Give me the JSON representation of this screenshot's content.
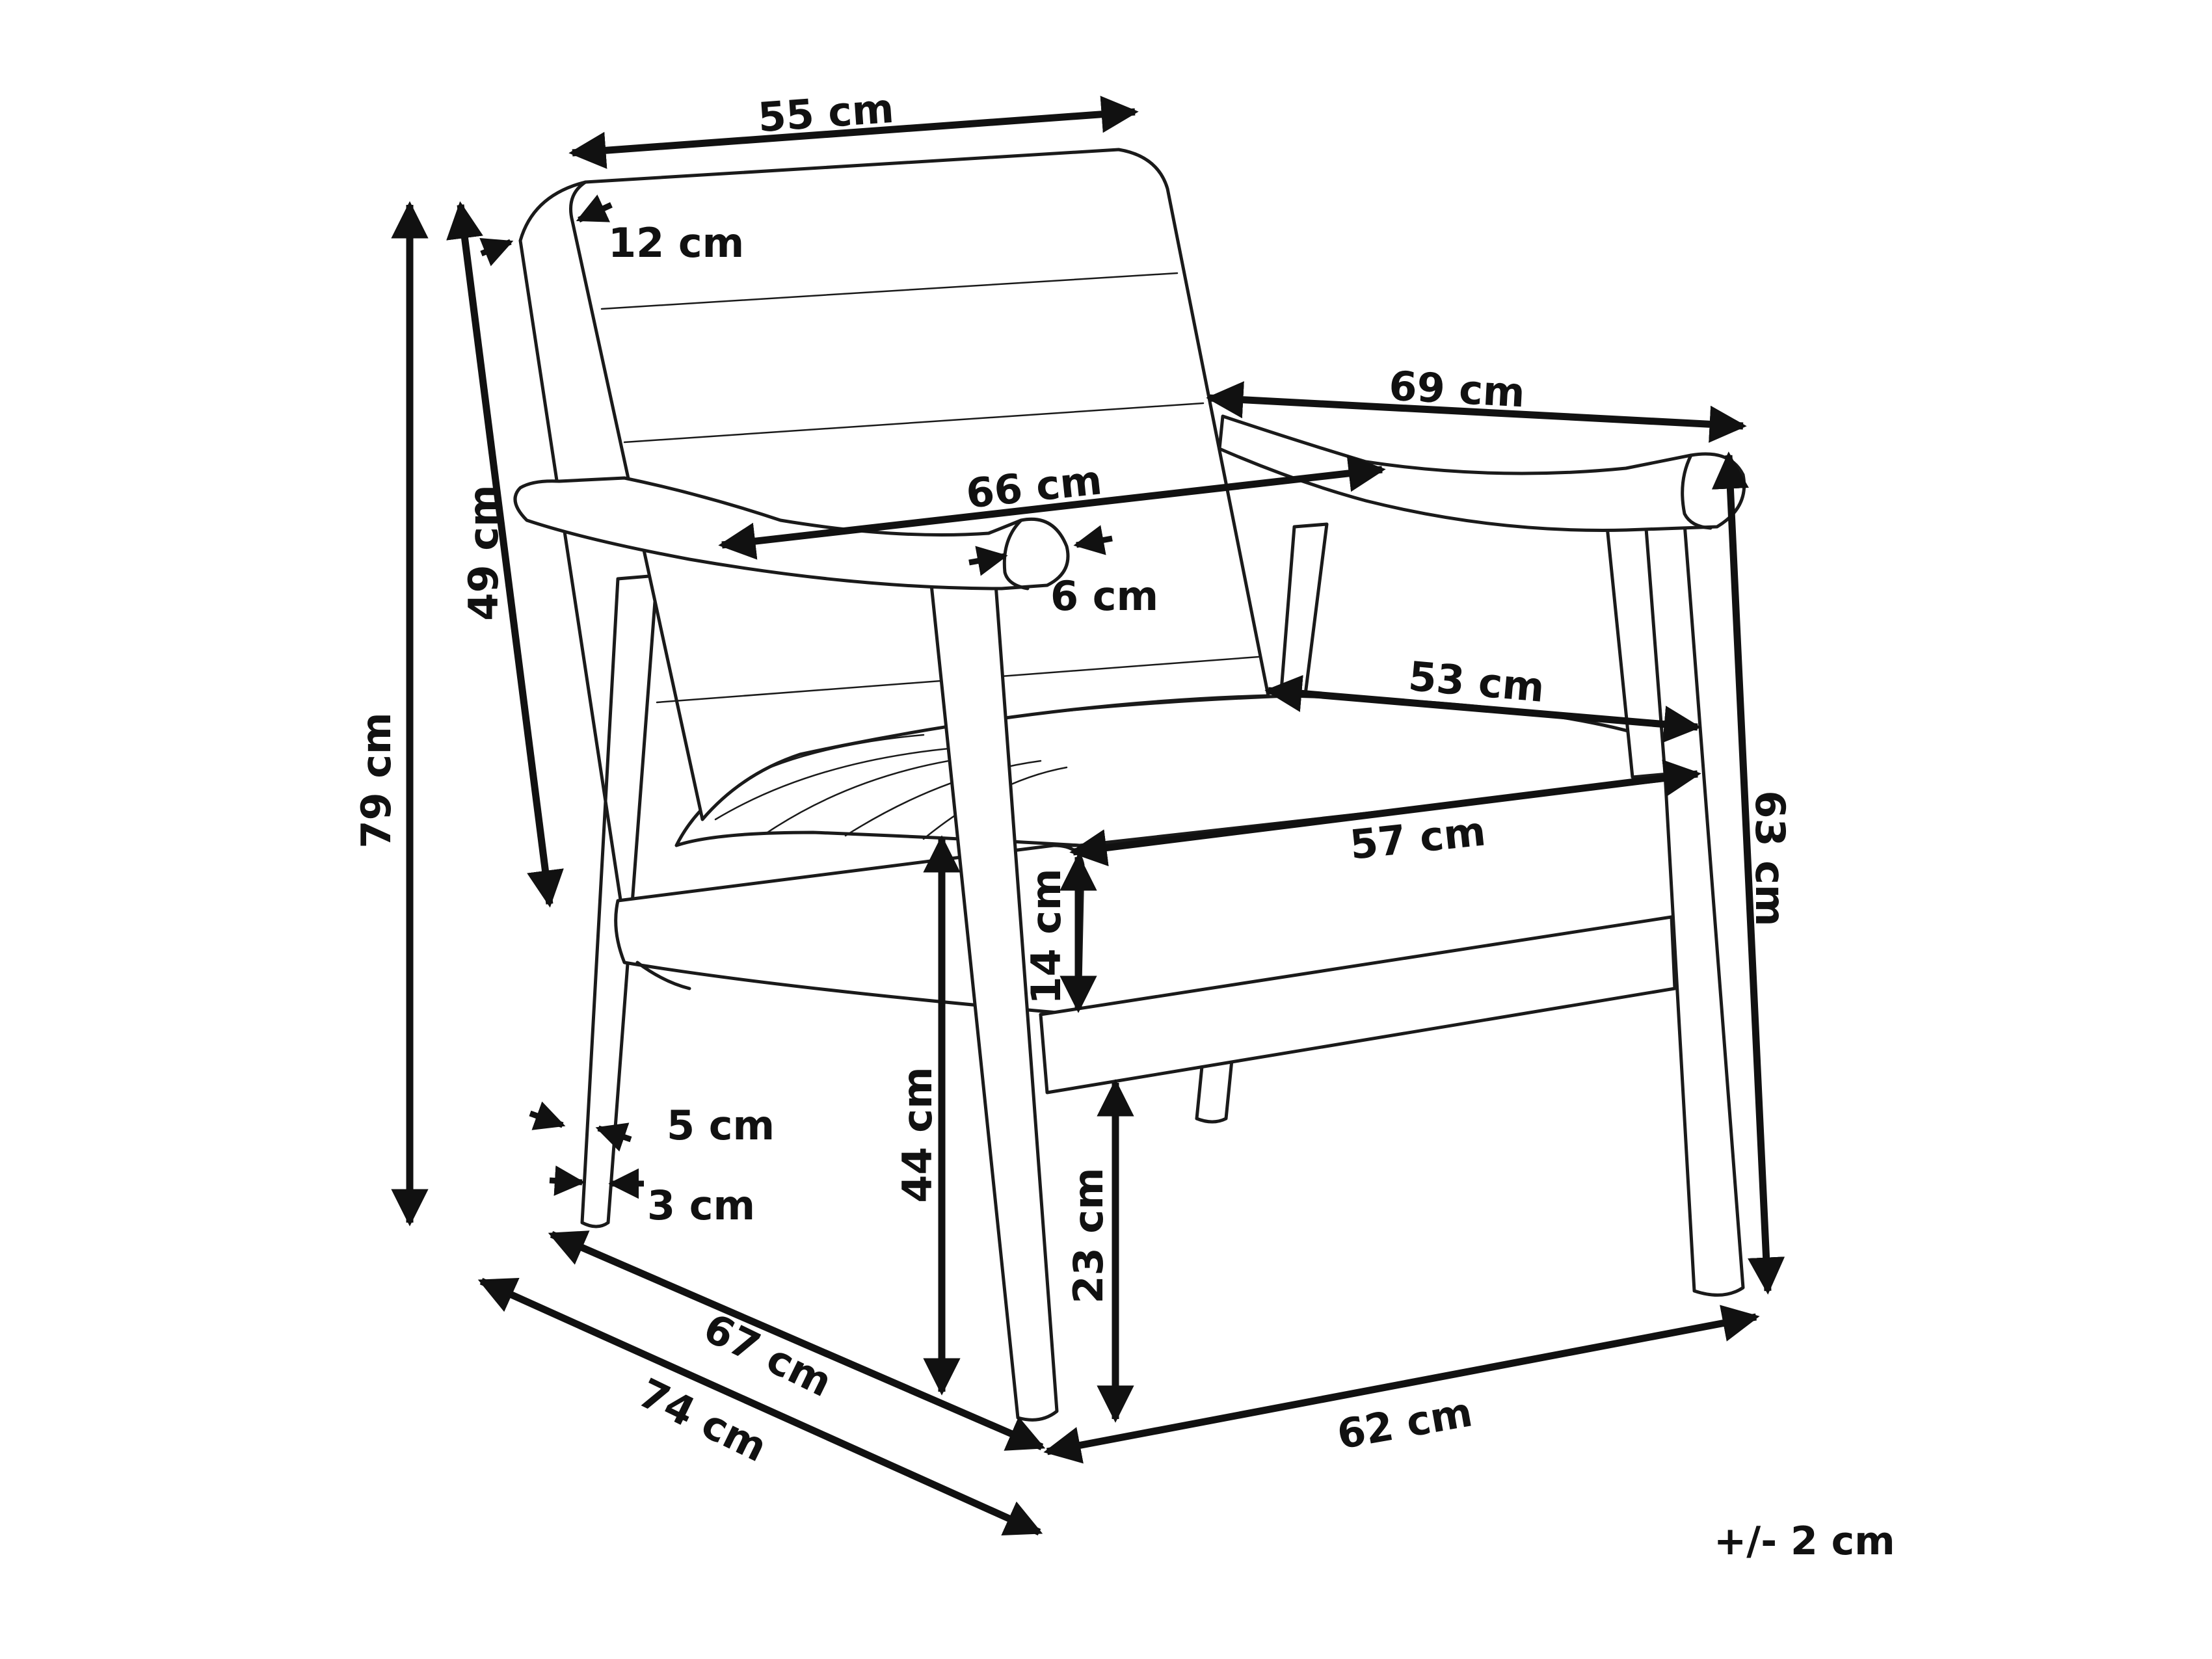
{
  "dimensions": {
    "backrest_width": "55 cm",
    "backrest_depth": "12 cm",
    "total_height": "79 cm",
    "backrest_height": "49 cm",
    "armrest_length": "69 cm",
    "inner_width": "66 cm",
    "armrest_thickness": "6 cm",
    "seat_depth": "53 cm",
    "seat_width": "57 cm",
    "seat_cushion_height": "14 cm",
    "seat_height": "44 cm",
    "clearance_height": "23 cm",
    "armrest_height": "63 cm",
    "leg_top_width": "5 cm",
    "leg_bottom_width": "3 cm",
    "leg_depth": "67 cm",
    "total_depth": "74 cm",
    "total_width": "62 cm"
  },
  "tolerance": "+/- 2 cm"
}
